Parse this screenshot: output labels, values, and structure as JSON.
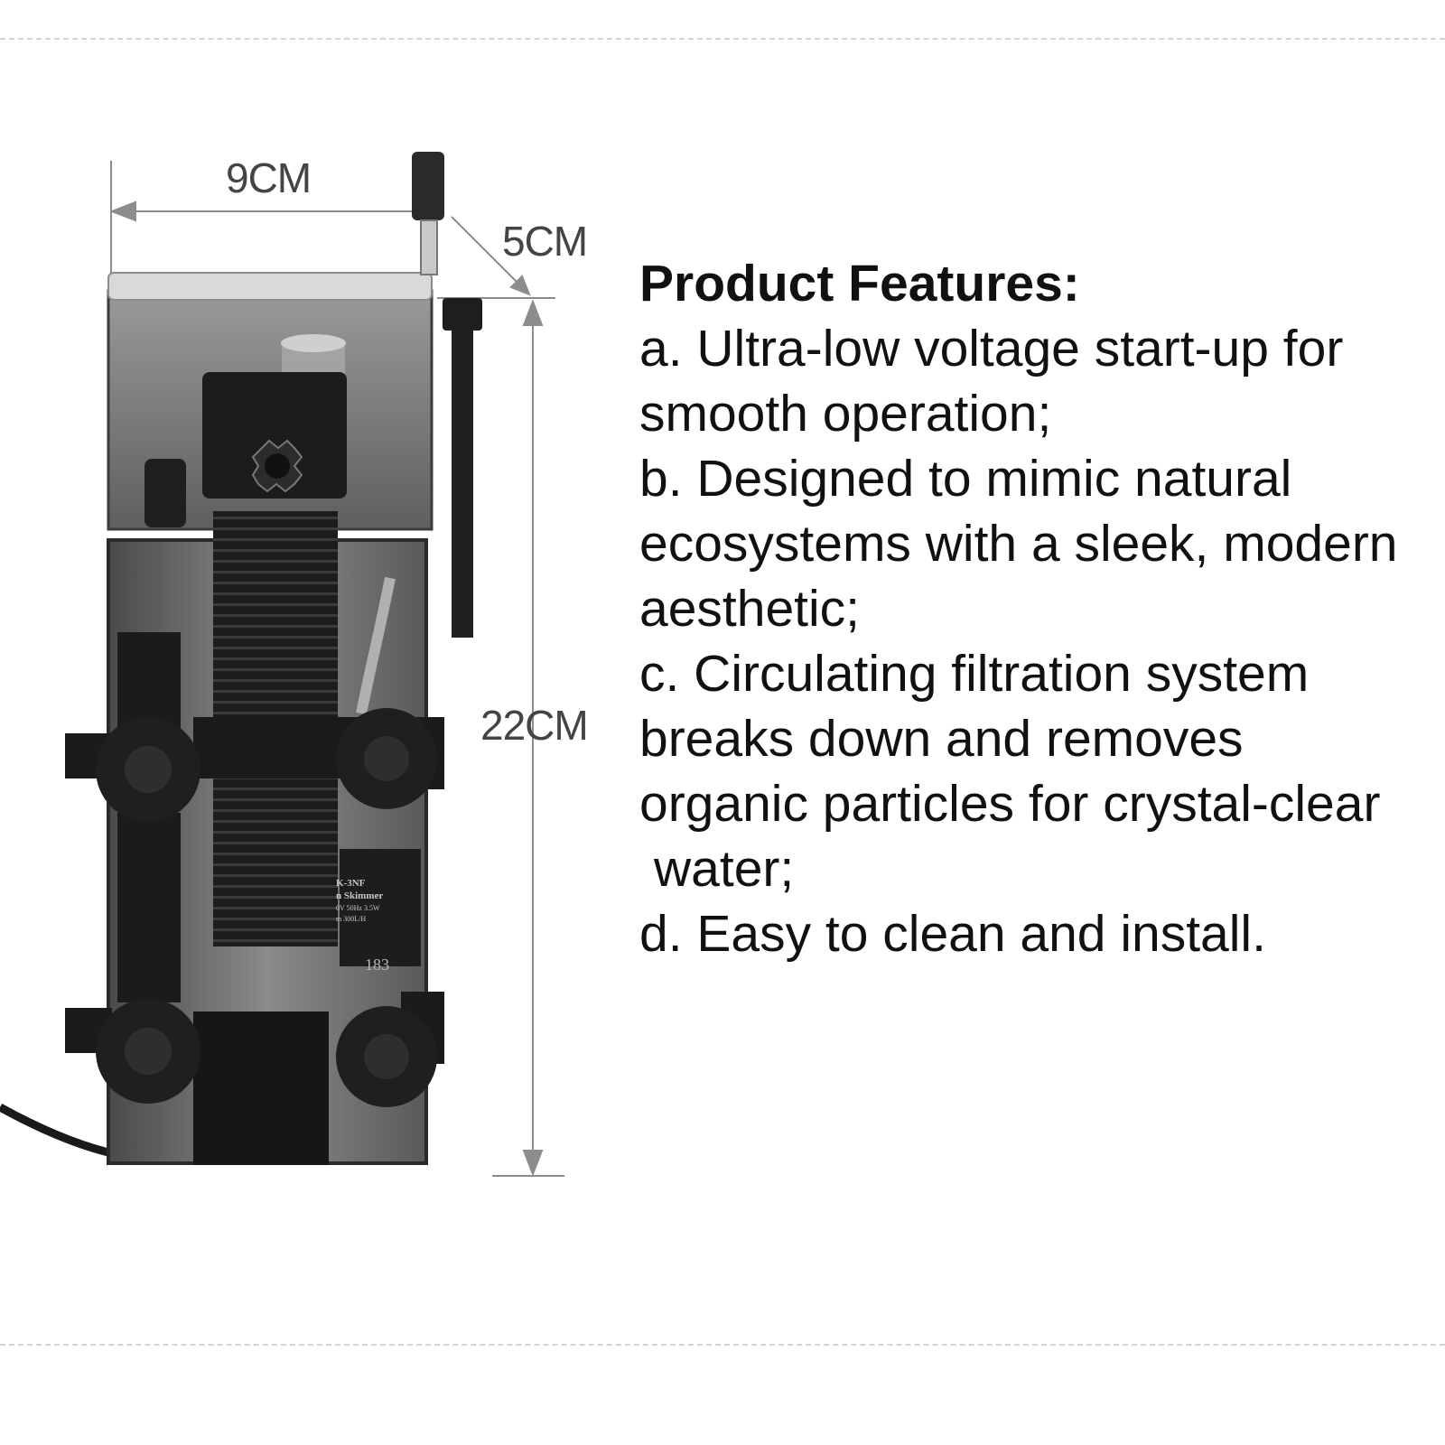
{
  "dimensions": {
    "width": "9CM",
    "depth": "5CM",
    "height": "22CM"
  },
  "device_label": {
    "model": "K-3NF",
    "name": "n Skimmer",
    "spec1": "0V 50Hz 3.5W",
    "spec2": "m 300L/H",
    "serial": "183"
  },
  "features": {
    "title": "Product Features:",
    "lines": [
      "a. Ultra-low voltage start-up for",
      "smooth operation;",
      "b. Designed to mimic natural",
      "ecosystems with a sleek, modern",
      "aesthetic;",
      "c. Circulating filtration system",
      "breaks down and removes",
      "organic particles for crystal-clear",
      "water;",
      "d. Easy to clean and install."
    ]
  },
  "colors": {
    "background": "#ffffff",
    "text": "#111111",
    "dimension": "#444444",
    "device_dark": "#1a1a1a",
    "device_clear": "#6f6f6f"
  }
}
